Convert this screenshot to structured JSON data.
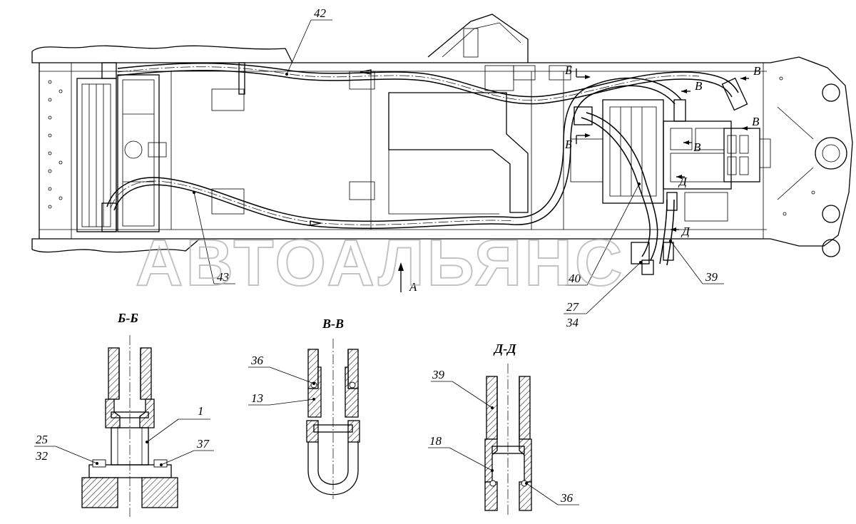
{
  "watermark": "АВТОАЛЬЯНС",
  "view_arrow": "А",
  "sections": {
    "bb": "Б-Б",
    "vv": "В-В",
    "dd": "Д-Д"
  },
  "section_marks": {
    "b": "Б",
    "v": "В",
    "d": "Д"
  },
  "callouts": {
    "c42": "42",
    "c43": "43",
    "c40": "40",
    "c39": "39",
    "c27": "27",
    "c34": "34",
    "c1": "1",
    "c25": "25",
    "c32": "32",
    "c37": "37",
    "c36": "36",
    "c13": "13",
    "c39b": "39",
    "c18": "18",
    "c36b": "36"
  }
}
